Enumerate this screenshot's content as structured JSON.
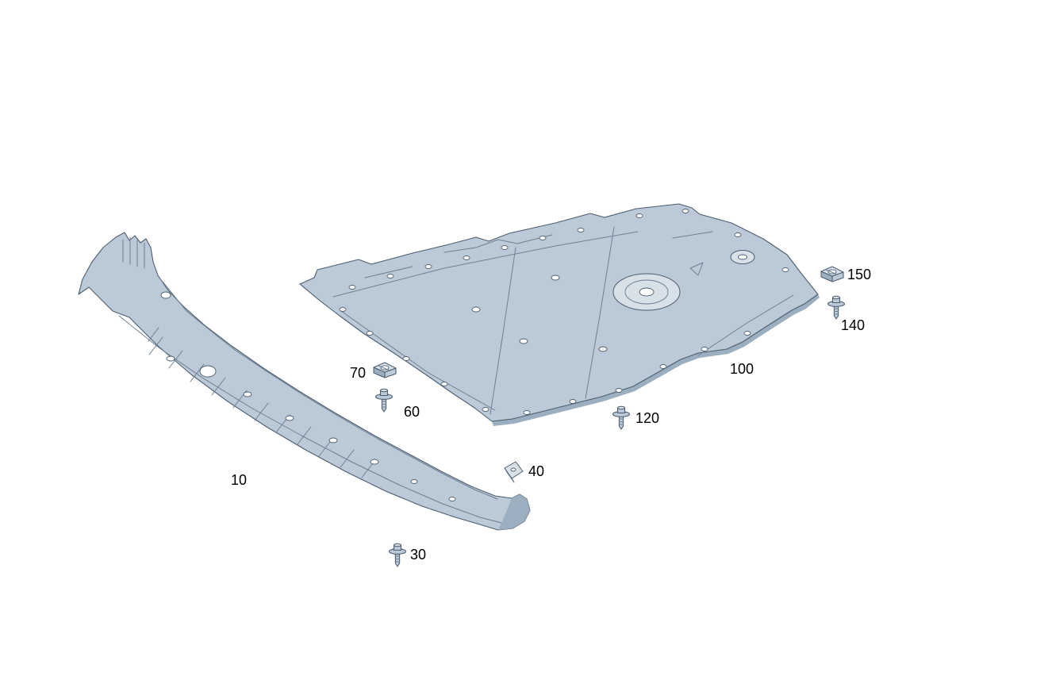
{
  "page": {
    "type": "exploded-parts-diagram",
    "background": "#ffffff"
  },
  "diagram": {
    "colors": {
      "part_fill": "#bcc9d6",
      "part_fill_light": "#d8e0e8",
      "part_fill_dark": "#9cafc0",
      "outline": "#4c5e70",
      "detail_line": "#6e8093",
      "label_color": "#000000"
    },
    "labels": [
      {
        "id": "10",
        "part": "front-underbody-cover"
      },
      {
        "id": "30",
        "part": "screw-rivet"
      },
      {
        "id": "40",
        "part": "small-bracket"
      },
      {
        "id": "60",
        "part": "screw-rivet"
      },
      {
        "id": "70",
        "part": "clip-nut"
      },
      {
        "id": "100",
        "part": "main-underbody-panel"
      },
      {
        "id": "120",
        "part": "screw-rivet"
      },
      {
        "id": "140",
        "part": "screw-rivet"
      },
      {
        "id": "150",
        "part": "clip-nut"
      }
    ]
  }
}
